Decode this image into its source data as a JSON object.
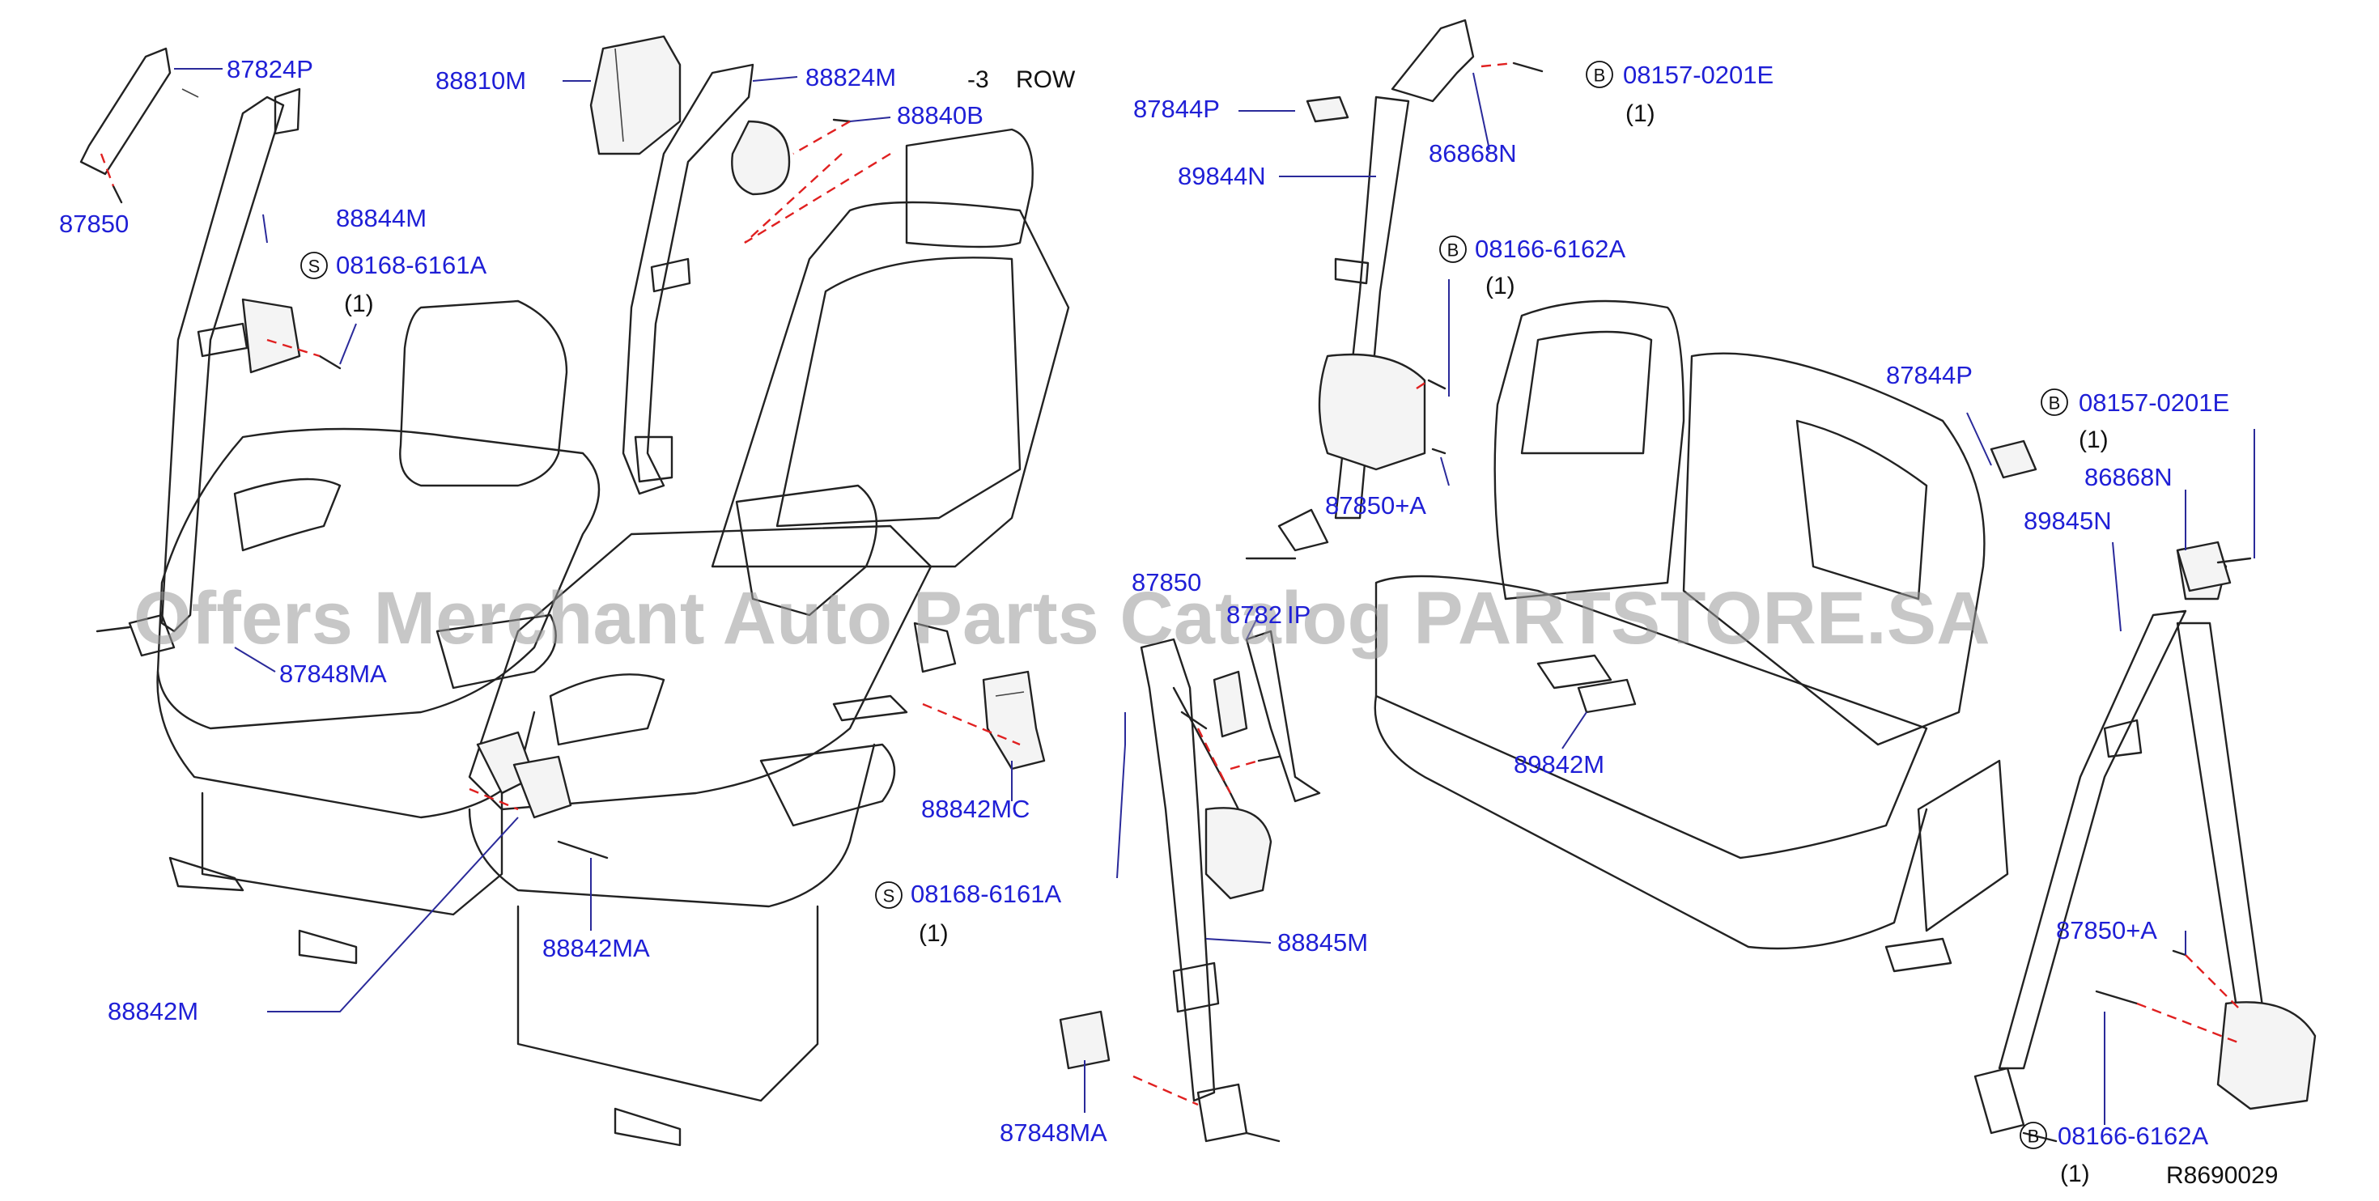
{
  "header": {
    "row_num": "-3",
    "row_word": "ROW"
  },
  "labels": {
    "p87824P_a": "87824P",
    "p87850_a": "87850",
    "p88844M": "88844M",
    "p08168_a": "08168-6161A",
    "p08168_a_qty": "(1)",
    "p87848MA_a": "87848MA",
    "p88842M": "88842M",
    "p88842MA": "88842MA",
    "p88810M": "88810M",
    "p88824M": "88824M",
    "p88840B": "88840B",
    "p88842MC": "88842MC",
    "p87844P_a": "87844P",
    "p89844N": "89844N",
    "p86868N_a": "86868N",
    "p08157_a": "08157-0201E",
    "p08157_a_qty": "(1)",
    "p08166_a": "08166-6162A",
    "p08166_a_qty": "(1)",
    "p87850A_a": "87850+A",
    "p87850_b": "87850",
    "p87824P_b": "8782",
    "p87824P_b2": "IP",
    "p08168_b": "08168-6161A",
    "p08168_b_qty": "(1)",
    "p88845M": "88845M",
    "p87848MA_b": "87848MA",
    "p89842M": "89842M",
    "p87844P_b": "87844P",
    "p08157_b": "08157-0201E",
    "p08157_b_qty": "(1)",
    "p86868N_b": "86868N",
    "p89845N": "89845N",
    "p87850A_b": "87850+A",
    "p08166_b": "08166-6162A",
    "p08166_b_qty": "(1)"
  },
  "circle_letters": {
    "s": "S",
    "b": "B"
  },
  "diagram_ref": "R8690029",
  "watermark": "Offers Merchant Auto Parts Catalog PARTSTORE.SA",
  "colors": {
    "label": "#1f1fd6",
    "leader": "#2a2a9a",
    "dash": "#e02020",
    "line": "#222222"
  }
}
